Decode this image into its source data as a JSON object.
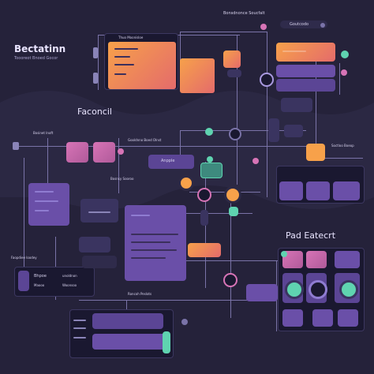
{
  "title": "Bectatinn",
  "subtitle": "Toooreot Bnoed Gocor",
  "top_label": "Bonsdnonce Soucfalt",
  "top_right_label": "Goutcodo",
  "panel_top_label": "Thuo Moonisloe",
  "section_left": "Faconcil",
  "section_right": "Pad Eatecrt",
  "small_labels": {
    "left_row": "Bosinet Inoft",
    "mid_row": "Gooldnno Boed Olnst",
    "apple": "Anpple",
    "right_mid": "Soctloo Boeop",
    "slider_mid": "Bosnsy Sooroo",
    "bottom_center": "Roncoh Peslots",
    "left_panel": "Faopdiee Ioodey",
    "bottom_left_title": "Bhpoe",
    "bottom_left_sub": "unoldnon",
    "bottom_left_sub2": "Maooo",
    "bottom_left_sub3": "Woonsoo"
  },
  "colors": {
    "background": "#25223a",
    "orange": "#f7a14a",
    "pink": "#d774b6",
    "purple": "#6a4fa8",
    "teal": "#5fd3b0",
    "line": "#7a73a8"
  }
}
